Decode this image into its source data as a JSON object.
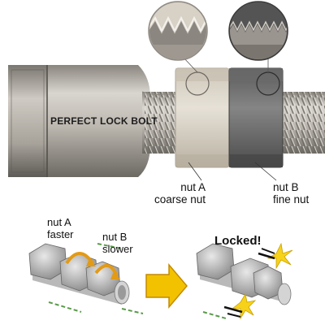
{
  "bolt": {
    "label": "PERFECT LOCK BOLT"
  },
  "top_labels": {
    "nut_a": {
      "line1": "nut A",
      "line2": "coarse nut"
    },
    "nut_b": {
      "line1": "nut B",
      "line2": "fine nut"
    }
  },
  "bottom_left": {
    "nut_a": {
      "line1": "nut A",
      "line2": "faster"
    },
    "nut_b": {
      "line1": "nut B",
      "line2": "slower"
    }
  },
  "bottom_right": {
    "locked": "Locked!"
  },
  "colors": {
    "bolt_dark": "#5f5c57",
    "bolt_mid": "#a9a49d",
    "bolt_light": "#e2ded8",
    "nut_a": "#d8d2c6",
    "nut_b": "#6f6f6f",
    "arrow": "#f2c200",
    "arrow_outline": "#c48a00",
    "star": "#f6d21a"
  }
}
